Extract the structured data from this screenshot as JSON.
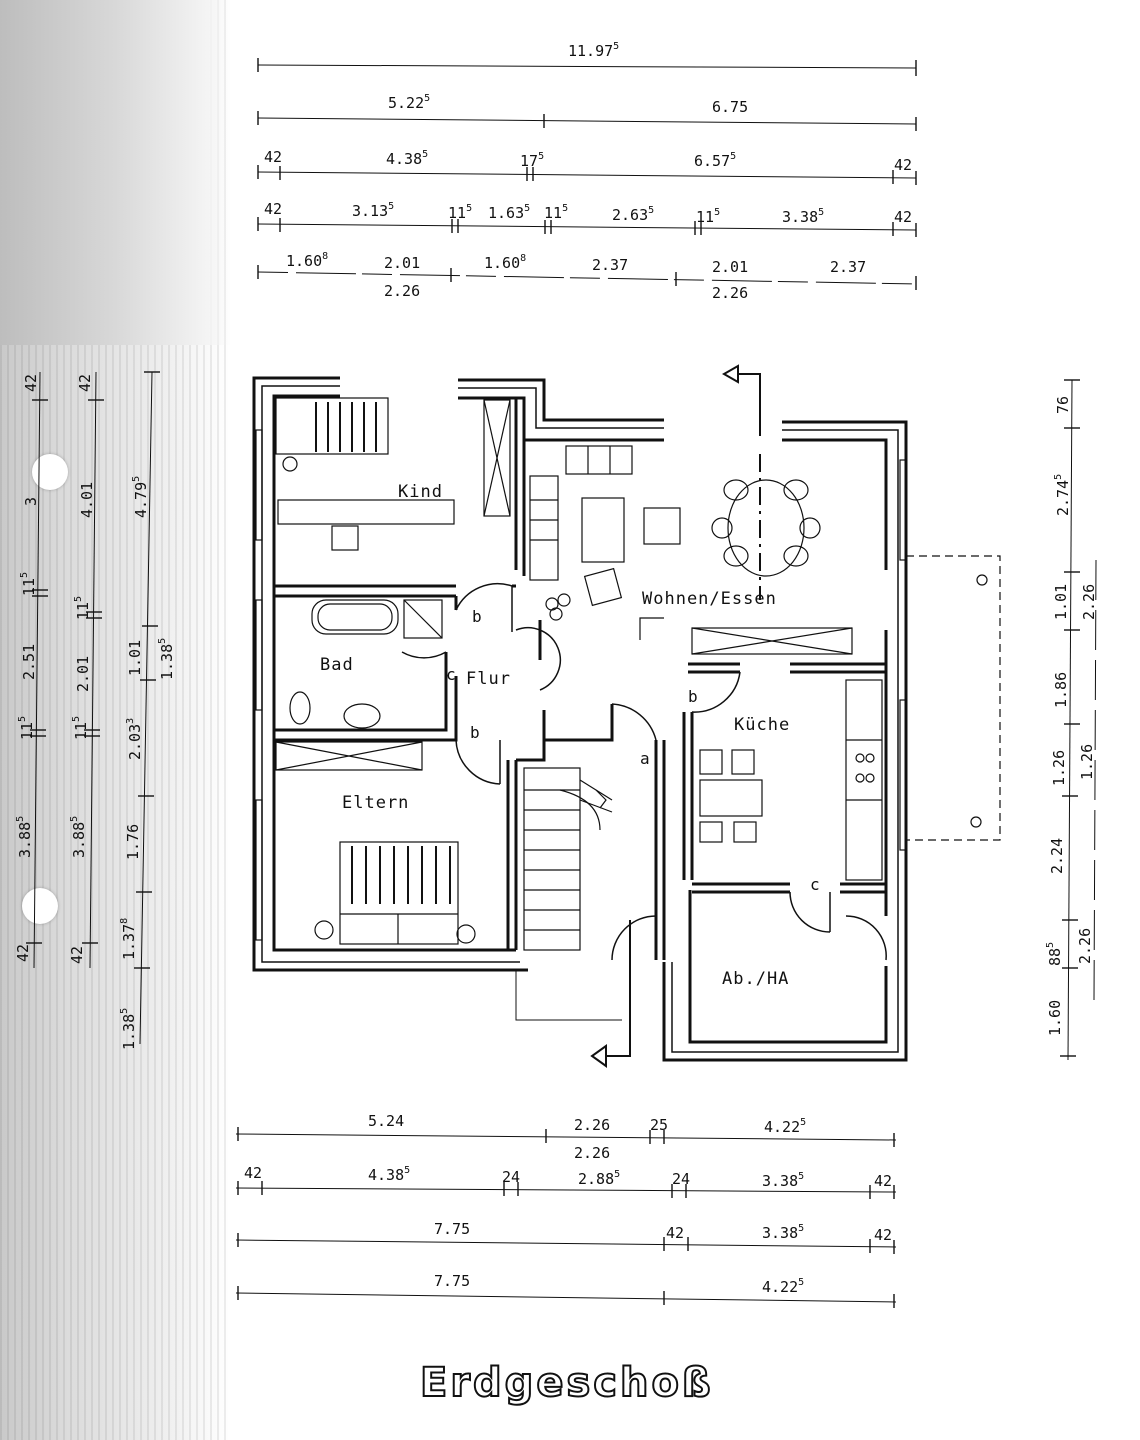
{
  "title": "Erdgeschoß",
  "rooms": {
    "kind": "Kind",
    "wohnen": "Wohnen/Essen",
    "bad": "Bad",
    "flur": "Flur",
    "kueche": "Küche",
    "eltern": "Eltern",
    "abstell": "Ab./HA"
  },
  "doors": [
    "b",
    "c",
    "b",
    "b",
    "a",
    "c"
  ],
  "dims_top": [
    [
      "11.97",
      "5"
    ],
    [
      "5.22",
      "5"
    ],
    [
      "6.75",
      ""
    ],
    [
      "42",
      ""
    ],
    [
      "4.38",
      "5"
    ],
    [
      "17",
      "5"
    ],
    [
      "6.57",
      "5"
    ],
    [
      "42",
      ""
    ],
    [
      "42",
      ""
    ],
    [
      "3.13",
      "5"
    ],
    [
      "11",
      "5"
    ],
    [
      "1.63",
      "5"
    ],
    [
      "11",
      "5"
    ],
    [
      "2.63",
      "5"
    ],
    [
      "11",
      "5"
    ],
    [
      "3.38",
      "5"
    ],
    [
      "42",
      ""
    ],
    [
      "1.60",
      "8"
    ],
    [
      "2.01",
      ""
    ],
    [
      "1.60",
      "8"
    ],
    [
      "2.37",
      ""
    ],
    [
      "2.01",
      ""
    ],
    [
      "2.37",
      ""
    ],
    [
      "2.26",
      ""
    ],
    [
      "2.26",
      ""
    ]
  ],
  "dims_bottom": [
    [
      "5.24",
      ""
    ],
    [
      "2.26",
      ""
    ],
    [
      "25",
      ""
    ],
    [
      "4.22",
      "5"
    ],
    [
      "2.26",
      ""
    ],
    [
      "42",
      ""
    ],
    [
      "4.38",
      "5"
    ],
    [
      "24",
      ""
    ],
    [
      "2.88",
      "5"
    ],
    [
      "24",
      ""
    ],
    [
      "3.38",
      "5"
    ],
    [
      "42",
      ""
    ],
    [
      "7.75",
      ""
    ],
    [
      "42",
      ""
    ],
    [
      "3.38",
      "5"
    ],
    [
      "42",
      ""
    ],
    [
      "7.75",
      ""
    ],
    [
      "4.22",
      "5"
    ]
  ],
  "dims_left": [
    [
      "42",
      ""
    ],
    [
      "3",
      ""
    ],
    [
      "11",
      "5"
    ],
    [
      "2.51",
      ""
    ],
    [
      "11",
      "5"
    ],
    [
      "3.88",
      "5"
    ],
    [
      "42",
      ""
    ],
    [
      "42",
      ""
    ],
    [
      "4.01",
      ""
    ],
    [
      "11",
      "5"
    ],
    [
      "2.01",
      ""
    ],
    [
      "11",
      "5"
    ],
    [
      "3.88",
      "5"
    ],
    [
      "42",
      ""
    ],
    [
      "4.79",
      "5"
    ],
    [
      "1.01",
      ""
    ],
    [
      "2.03",
      "3"
    ],
    [
      "1.76",
      ""
    ],
    [
      "1.37",
      "8"
    ],
    [
      "1.38",
      "5"
    ],
    [
      "1.38",
      "5"
    ]
  ],
  "dims_right": [
    [
      "76",
      ""
    ],
    [
      "2.74",
      "5"
    ],
    [
      "1.01",
      ""
    ],
    [
      "1.86",
      ""
    ],
    [
      "1.26",
      ""
    ],
    [
      "2.24",
      ""
    ],
    [
      "88",
      "5"
    ],
    [
      "1.60",
      ""
    ],
    [
      "2.26",
      ""
    ],
    [
      "1.26",
      ""
    ],
    [
      "2.26",
      ""
    ]
  ]
}
